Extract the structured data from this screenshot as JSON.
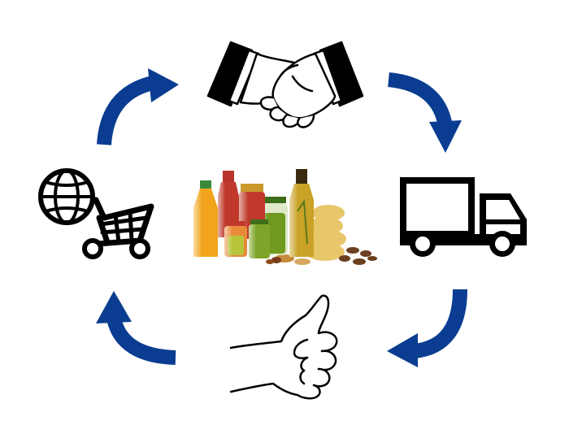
{
  "diagram": {
    "type": "cycle",
    "nodes": [
      {
        "id": "deal",
        "icon": "handshake-icon"
      },
      {
        "id": "delivery",
        "icon": "delivery-truck-icon"
      },
      {
        "id": "satisfaction",
        "icon": "thumbs-up-icon"
      },
      {
        "id": "online-order",
        "icon": "globe-shopping-cart-icon"
      }
    ],
    "center": {
      "icon": "food-products-image"
    },
    "cycle_order": [
      "deal",
      "delivery",
      "satisfaction",
      "online-order"
    ],
    "direction": "clockwise"
  },
  "colors": {
    "arrow": "#0a3d91",
    "icon_stroke": "#000000",
    "background": "#ffffff",
    "juice": "#f2a51c",
    "sauce": "#c0392b",
    "peas": "#6f9a1f",
    "oil": "#c9a227",
    "pasta": "#e8c66a",
    "nuts": "#6b3f1f"
  }
}
